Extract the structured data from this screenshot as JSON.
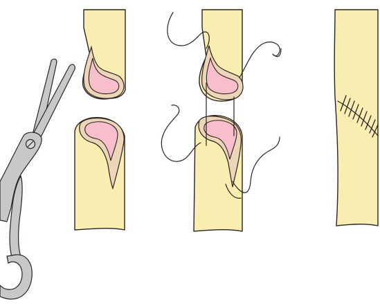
{
  "diagram": {
    "panels": [
      {
        "id": "cut-vessel",
        "caption": ""
      },
      {
        "id": "suture-placement",
        "caption": ""
      },
      {
        "id": "anastomosis-complete",
        "caption": ""
      }
    ],
    "colors": {
      "vessel": "#f8eeb2",
      "rim": "#edd5b8",
      "lumen": "#f7bfcc",
      "steel": "#c8c8c8",
      "ink": "#2a2220",
      "background": "#ffffff"
    },
    "icons": [
      "surgical-scissors-icon"
    ]
  }
}
